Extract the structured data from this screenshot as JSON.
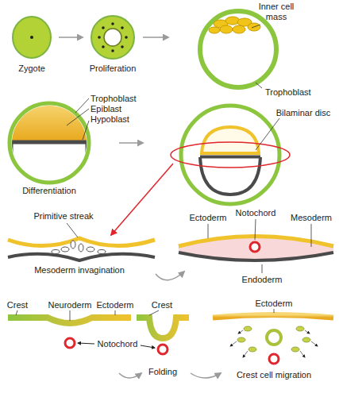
{
  "diagram": {
    "labels": [
      "Inner cell mass",
      "Zygote",
      "Proliferation",
      "Trophoblast",
      "Trophoblast",
      "Epiblast",
      "Hypoblast",
      "Differentiation",
      "Bilaminar disc",
      "Primitive streak",
      "Ectoderm",
      "Notochord",
      "Mesoderm",
      "Mesoderm invagination",
      "Endoderm",
      "Crest",
      "Neuroderm",
      "Ectoderm",
      "Crest",
      "Ectoderm",
      "Notochord",
      "Folding",
      "Crest cell migration"
    ]
  }
}
